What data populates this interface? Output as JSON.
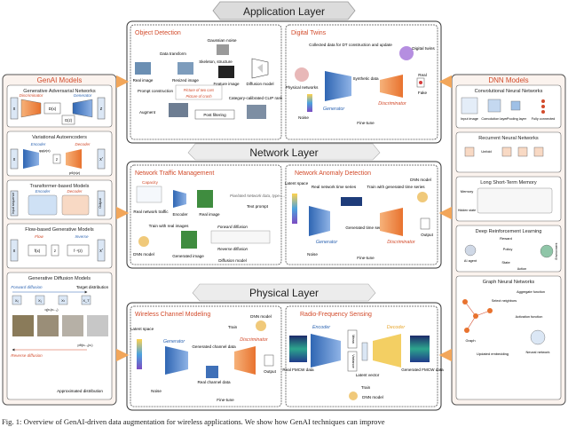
{
  "layers": {
    "application": "Application Layer",
    "network": "Network Layer",
    "physical": "Physical Layer"
  },
  "genai": {
    "title": "GenAI Models",
    "gan": {
      "title": "Generative Adversarial Networks",
      "discriminator": "Discriminator",
      "generator": "Generator",
      "dx": "D(x)",
      "gz": "G(z)",
      "x": "x",
      "z": "z"
    },
    "vae": {
      "title": "Variational Autoencoders",
      "encoder": "Encoder",
      "decoder": "Decoder",
      "qx": "qφ(z|x)",
      "px": "pθ(x|z)",
      "x": "x",
      "z": "z",
      "xh": "x'"
    },
    "transformer": {
      "title": "Transformer-based Models",
      "input": "Input sequence",
      "encoder": "Encoder",
      "decoder": "Decoder",
      "output": "Output"
    },
    "flow": {
      "title": "Flow-based Generative Models",
      "flow": "Flow",
      "inverse": "Inverse",
      "fx": "f(x)",
      "finv": "f⁻¹(z)",
      "x": "x",
      "z": "z",
      "xh": "x'"
    },
    "diffusion": {
      "title": "Generative Diffusion Models",
      "forward": "Forward diffusion",
      "target": "Target distribution",
      "reverse": "Reverse diffusion",
      "approx": "Approximated distribution",
      "x0": "X₀",
      "x1": "X₁",
      "xt": "Xₜ",
      "xT": "X_T",
      "q": "q(xₜ|xₜ₋₁)",
      "p": "pθ(xₜ₋₁|xₜ)"
    }
  },
  "dnn": {
    "title": "DNN Models",
    "cnn": {
      "title": "Convolutional Neural Networks",
      "input": "Input image",
      "conv": "Convolution layer",
      "pool": "Pooling layer",
      "fc": "Fully connected"
    },
    "rnn": {
      "title": "Recurrent Neural Networks",
      "unfold": "Unfold"
    },
    "lstm": {
      "title": "Long Short-Term Memory",
      "memory": "Memory",
      "hidden": "Hidden state"
    },
    "drl": {
      "title": "Deep Reinforcement Learning",
      "reward": "Reward",
      "policy": "Policy",
      "agent": "AI agent",
      "state": "State",
      "action": "Action",
      "env": "Environment"
    },
    "gnn": {
      "title": "Graph Neural Networks",
      "aggregate": "Aggregate function",
      "select": "Select neighbors",
      "activation": "Activation function",
      "graph": "Graph",
      "updated": "Updated embedding",
      "nn": "Neural network"
    }
  },
  "object_detection": {
    "title": "Object Detection",
    "noise": "Gaussian noise",
    "transform": "Data transform",
    "skeleton": "Skeleton, structure",
    "real": "Real image",
    "resized": "Resized image",
    "feature": "Feature image",
    "prompt": "Prompt construction",
    "p1": "Picture of two cars",
    "p2": "Picture of crash",
    "diffusion": "Diffusion model",
    "augment": "Augment",
    "post": "Post filtering",
    "clip": "Category-calibrated CLIP rank"
  },
  "digital_twins": {
    "title": "Digital Twins",
    "collected": "Collected data for DT construction and update",
    "twins": "Digital twins",
    "physical": "Physical networks",
    "synthetic": "Synthetic data",
    "generator": "Generator",
    "discriminator": "Discriminator",
    "noise": "Noise",
    "real": "Real",
    "fake": "Fake",
    "finetune": "Fine-tune"
  },
  "traffic": {
    "title": "Network Traffic Management",
    "capacity": "Capacity",
    "real_traffic": "Real network traffic",
    "encoder": "Encoder",
    "real_image": "Real image",
    "prompt_text": "Pixelated Network data, type=...",
    "text_prompt": "Text prompt",
    "train": "Train with real images",
    "forward": "Forward diffusion",
    "reverse": "Reverse diffusion",
    "dnn": "DNN model",
    "generated": "Generated image",
    "diffusion": "Diffusion model"
  },
  "anomaly": {
    "title": "Network Anomaly Detection",
    "latent": "Latent space",
    "real_ts": "Real network time series",
    "train": "Train with generated time series",
    "dnn": "DNN model",
    "generated_ts": "Generated time series",
    "generator": "Generator",
    "discriminator": "Discriminator",
    "output": "Output",
    "noise": "Noise",
    "finetune": "Fine-tune"
  },
  "wireless": {
    "title": "Wireless Channel Modeling",
    "dnn": "DNN model",
    "train": "Train",
    "latent": "Latent space",
    "generator": "Generator",
    "generated": "Generated channel data",
    "discriminator": "Discriminator",
    "real": "Real channel data",
    "output": "Output",
    "noise": "Noise",
    "finetune": "Fine-tune"
  },
  "rf": {
    "title": "Radio-Frequency Sensing",
    "encoder": "Encoder",
    "decoder": "Decoder",
    "mean": "Mean",
    "variance": "Variance",
    "latent": "Latent vector",
    "real": "Real FMCW data",
    "generated": "Generated FMCW data",
    "train": "Train",
    "dnn": "DNN model"
  },
  "caption": "Fig. 1: Overview of GenAI-driven data augmentation for wireless applications. We show how GenAI techniques can improve"
}
